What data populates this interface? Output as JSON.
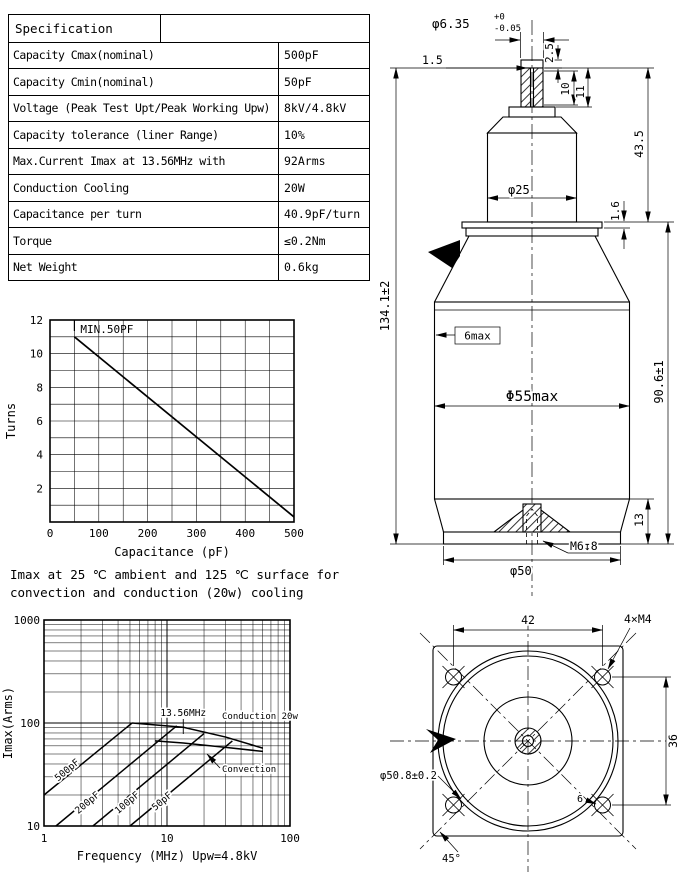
{
  "spec_table": {
    "header": "Specification",
    "rows": [
      {
        "label": "Capacity Cmax(nominal)",
        "value": "500pF"
      },
      {
        "label": "Capacity Cmin(nominal)",
        "value": "50pF"
      },
      {
        "label": "Voltage (Peak Test Upt/Peak Working Upw)",
        "value": "8kV/4.8kV"
      },
      {
        "label": "Capacity tolerance (liner Range)",
        "value": "10%"
      },
      {
        "label": "Max.Current Imax at 13.56MHz with",
        "value": "92Arms"
      },
      {
        "label": "Conduction Cooling",
        "value": "20W"
      },
      {
        "label": "Capacitance per turn",
        "value": "40.9pF/turn"
      },
      {
        "label": "Torque",
        "value": "≤0.2Nm"
      },
      {
        "label": "Net Weight",
        "value": "0.6kg"
      }
    ]
  },
  "note": "Imax at 25 ℃ ambient and 125 ℃ surface for\nconvection and conduction (20w) cooling",
  "chart_data": [
    {
      "type": "line",
      "title": "",
      "xlabel": "Capacitance (pF)",
      "ylabel": "Turns",
      "xlim": [
        0,
        500
      ],
      "ylim": [
        0,
        12
      ],
      "xticks": [
        0,
        100,
        200,
        300,
        400,
        500
      ],
      "yticks": [
        2,
        4,
        6,
        8,
        10,
        12
      ],
      "grid": true,
      "annotation": "MIN.50PF",
      "series": [
        {
          "name": "turns",
          "points": [
            [
              50,
              11
            ],
            [
              500,
              0.3
            ]
          ]
        }
      ]
    },
    {
      "type": "line",
      "xscale": "log",
      "yscale": "log",
      "xlabel": "Frequency (MHz) Upw=4.8kV",
      "ylabel": "Imax(Arms)",
      "xlim": [
        1,
        100
      ],
      "ylim": [
        10,
        1000
      ],
      "xticks": [
        1,
        10,
        100
      ],
      "yticks": [
        10,
        100,
        1000
      ],
      "grid": true,
      "annotations": [
        "13.56MHz"
      ],
      "series": [
        {
          "name": "500pF",
          "points": [
            [
              1,
              20
            ],
            [
              5.2,
              100
            ]
          ]
        },
        {
          "name": "200pF",
          "points": [
            [
              1.25,
              10
            ],
            [
              12,
              94
            ]
          ]
        },
        {
          "name": "100pF",
          "points": [
            [
              2.5,
              10
            ],
            [
              20,
              79
            ]
          ]
        },
        {
          "name": "50pF",
          "points": [
            [
              5,
              10
            ],
            [
              34,
              67
            ]
          ]
        },
        {
          "name": "Conduction 20w",
          "points": [
            [
              5.2,
              100
            ],
            [
              13.56,
              91
            ],
            [
              30,
              73
            ],
            [
              60,
              57
            ]
          ]
        },
        {
          "name": "Convection",
          "points": [
            [
              8,
              67
            ],
            [
              13.56,
              64
            ],
            [
              30,
              58
            ],
            [
              60,
              53
            ]
          ]
        }
      ]
    }
  ],
  "side_view": {
    "shaft_dia": "φ6.35",
    "shaft_tol_upper": "+0",
    "shaft_tol_lower": "-0.05",
    "slot_width": "1.5",
    "tip_height": "2.5",
    "knurl_length": "10",
    "shaft_length": "11",
    "head_length": "43.5",
    "neck_dia": "φ25",
    "flange_thickness": "1.6",
    "total_length": "134.1±2",
    "travel": "6max",
    "body_dia": "Φ55max",
    "body_length": "90.6±1",
    "boss_height": "13",
    "stud_thread": "M6↧8",
    "base_dia": "φ50"
  },
  "bottom_view": {
    "hole_span_width": "42",
    "hole_thread": "4×M4",
    "hole_span_height": "36",
    "mount_circle_dia": "φ50.8±0.2",
    "diagonal_angle": "45°",
    "edge_offset": "6"
  }
}
